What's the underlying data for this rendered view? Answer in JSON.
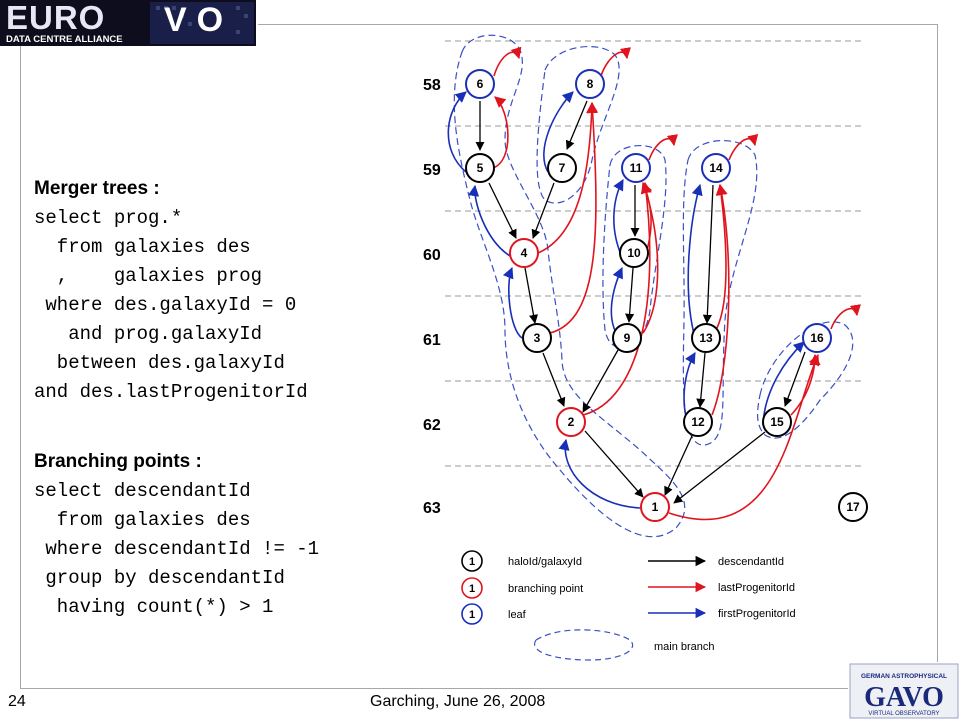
{
  "logo": {
    "euro_text": "EURO",
    "vo_text": "VO",
    "subtitle": "DATA CENTRE ALLIANCE"
  },
  "blocks": [
    {
      "heading": "Merger trees :",
      "lines": [
        "select prog.*",
        "  from galaxies des",
        "  ,    galaxies prog",
        " where des.galaxyId = 0",
        "   and prog.galaxyId",
        "  between des.galaxyId",
        "and des.lastProgenitorId"
      ]
    },
    {
      "heading": "Branching points :",
      "lines": [
        "select descendantId",
        "  from galaxies des",
        " where descendantId != -1",
        " group by descendantId",
        "  having count(*) > 1"
      ]
    }
  ],
  "diagram": {
    "snapshots": [
      "58",
      "59",
      "60",
      "61",
      "62",
      "63"
    ],
    "nodes": [
      {
        "id": "6",
        "type": "leaf"
      },
      {
        "id": "8",
        "type": "leaf"
      },
      {
        "id": "5",
        "type": "halo"
      },
      {
        "id": "7",
        "type": "halo"
      },
      {
        "id": "11",
        "type": "leaf"
      },
      {
        "id": "14",
        "type": "leaf"
      },
      {
        "id": "4",
        "type": "branching"
      },
      {
        "id": "10",
        "type": "halo"
      },
      {
        "id": "3",
        "type": "halo"
      },
      {
        "id": "9",
        "type": "halo"
      },
      {
        "id": "13",
        "type": "halo"
      },
      {
        "id": "16",
        "type": "leaf"
      },
      {
        "id": "2",
        "type": "branching"
      },
      {
        "id": "12",
        "type": "halo"
      },
      {
        "id": "15",
        "type": "halo"
      },
      {
        "id": "1",
        "type": "branching"
      },
      {
        "id": "17",
        "type": "halo"
      }
    ],
    "legend": {
      "node_items": [
        {
          "type": "halo",
          "number": "1",
          "label": "haloId/galaxyId"
        },
        {
          "type": "branching",
          "number": "1",
          "label": "branching point"
        },
        {
          "type": "leaf",
          "number": "1",
          "label": "leaf"
        }
      ],
      "arrow_items": [
        {
          "color": "#000000",
          "label": "descendantId"
        },
        {
          "color": "#e0141e",
          "label": "lastProgenitorId"
        },
        {
          "color": "#1a2fb8",
          "label": "firstProgenitorId"
        }
      ],
      "main_branch_label": "main branch"
    },
    "colors": {
      "descendant": "#000000",
      "last_progenitor": "#e0141e",
      "first_progenitor": "#1a2fb8",
      "main_branch": "#3a4fc4"
    }
  },
  "footer": {
    "page_number": "24",
    "text": "Garching, June 26, 2008"
  },
  "gavo_logo": {
    "top_text": "GERMAN ASTROPHYSICAL",
    "main_text": "GAVO",
    "bottom_text": "VIRTUAL OBSERVATORY"
  }
}
